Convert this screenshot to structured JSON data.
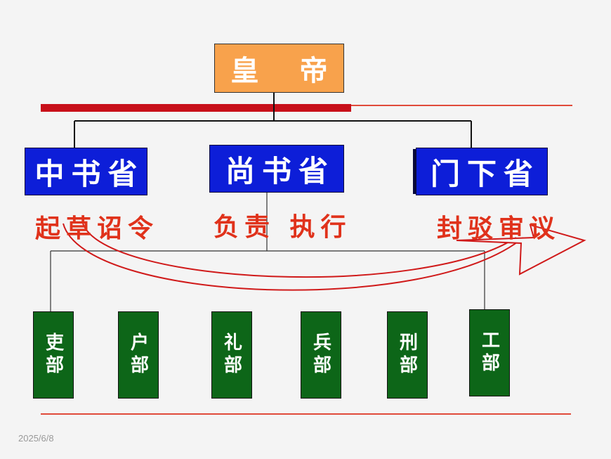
{
  "emperor": {
    "label": "皇 帝"
  },
  "provinces": [
    {
      "name": "中书省",
      "role": "起草诏令"
    },
    {
      "name": "尚书省",
      "role": "负责 执行"
    },
    {
      "name": "门下省",
      "role": "封驳审议"
    }
  ],
  "departments": [
    "吏部",
    "户部",
    "礼部",
    "兵部",
    "刑部",
    "工部"
  ],
  "footer": {
    "date": "2025/6/8"
  },
  "colors": {
    "emperor_box": "#f8a24c",
    "province_box": "#0d1ed8",
    "department_box": "#0d6618",
    "role_text": "#e0321b",
    "red_bar": "#c8101a"
  }
}
